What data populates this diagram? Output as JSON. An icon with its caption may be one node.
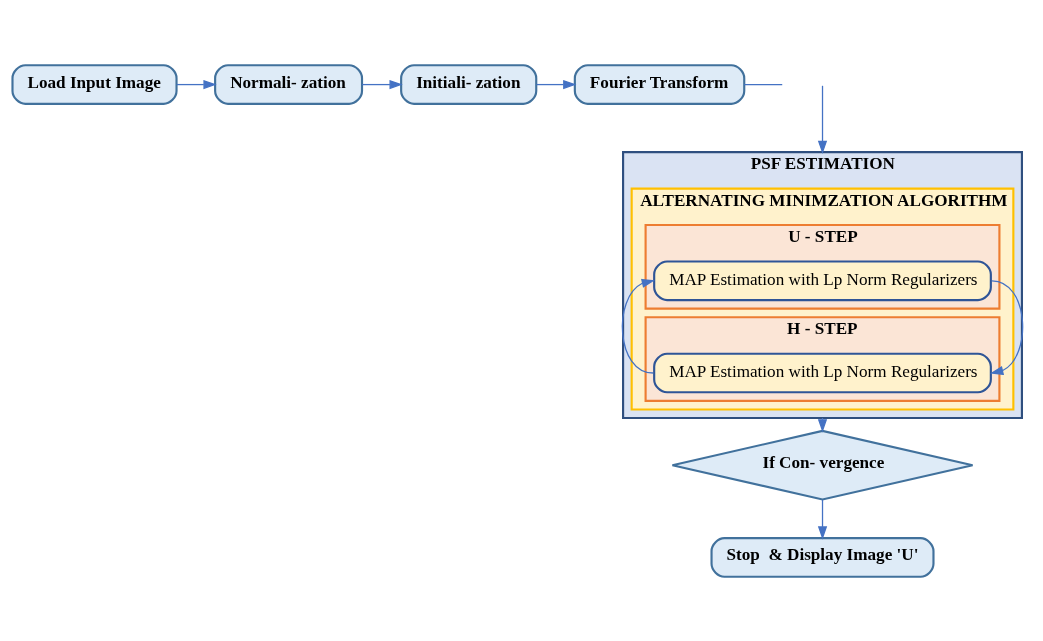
{
  "diagram": {
    "nodes": [
      {
        "text": [
          "Load Input Image"
        ]
      },
      {
        "text": [
          "Normali- zation"
        ]
      },
      {
        "text": [
          "Initiali- zation"
        ]
      },
      {
        "text": [
          "Fourier Transform"
        ]
      },
      {
        "text": [
          "PSF ESTIMATION"
        ]
      },
      {
        "text": [
          "ALTERNATING MINIMZATION ALGORITHM"
        ],
        "in": 4
      },
      {
        "text": [
          "U - STEP"
        ],
        "in": 5
      },
      {
        "text": [
          "MAP Estimation with Lp Norm Regularizers"
        ],
        "in": 6
      },
      {
        "text": [
          "H - STEP"
        ],
        "in": 5
      },
      {
        "text": [
          "MAP Estimation with Lp Norm Regularizers"
        ],
        "in": 8
      },
      {
        "text": [
          "If Con- vergence"
        ]
      },
      {
        "text": [
          "Stop  & Display Image 'U'"
        ]
      }
    ],
    "edges": [
      {
        "from": 0,
        "to": 1,
        "arrow": "to"
      },
      {
        "from": 1,
        "to": 2,
        "arrow": "to"
      },
      {
        "from": 2,
        "to": 3,
        "arrow": "to"
      },
      {
        "from": 3,
        "to": null,
        "arrow": "none"
      },
      {
        "from": null,
        "to": 4,
        "arrow": "to"
      },
      {
        "from": 7,
        "to": 9,
        "arrow": "to"
      },
      {
        "from": 9,
        "to": 7,
        "arrow": "to"
      },
      {
        "from": 4,
        "to": 10,
        "arrow": "to"
      },
      {
        "from": 10,
        "to": 11,
        "arrow": "to"
      }
    ]
  }
}
